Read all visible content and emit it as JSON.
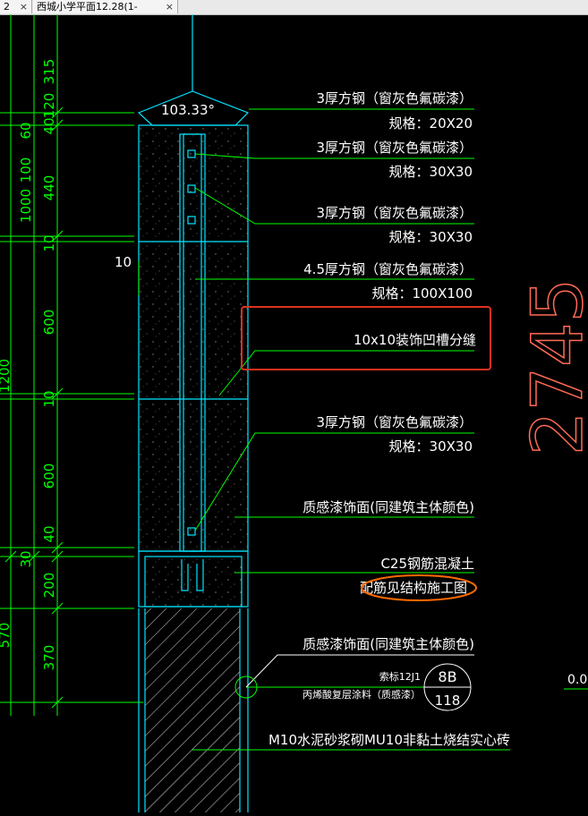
{
  "tabs": [
    {
      "label": "2",
      "close": "×"
    },
    {
      "label": "西城小学平面12.28(1-",
      "close": "×"
    }
  ],
  "dimensions_left_outer": [
    "570",
    "1200"
  ],
  "dimensions_left_mid": [
    "100",
    "60",
    "1000"
  ],
  "dimensions_left_inner": [
    "315",
    "120",
    "40",
    "440",
    "10",
    "600",
    "10",
    "600",
    "40",
    "30",
    "200",
    "370"
  ],
  "angle_label": "103.33°",
  "small_dim": "10",
  "big_dim": "2745",
  "right_dim": "0.0",
  "annotations": {
    "a1": "3厚方钢（窗灰色氟碳漆）",
    "a1_spec": "规格：20X20",
    "a2": "3厚方钢（窗灰色氟碳漆）",
    "a2_spec": "规格：30X30",
    "a3": "3厚方钢（窗灰色氟碳漆）",
    "a3_spec": "规格：30X30",
    "a4": "4.5厚方钢（窗灰色氟碳漆）",
    "a4_spec": "规格：100X100",
    "a5": "10x10装饰凹槽分缝",
    "a6": "3厚方钢（窗灰色氟碳漆）",
    "a6_spec": "规格：30X30",
    "a7": "质感漆饰面(同建筑主体颜色)",
    "a8": "C25钢筋混凝土",
    "a8_sub": "配筋见结构施工图",
    "a9": "质感漆饰面(同建筑主体颜色)",
    "a10_ref": "索标12J1",
    "a10_sub": "丙烯酸复层涂料（质感漆）",
    "a10_num": "8B",
    "a10_page": "118",
    "a11": "M10水泥砂浆砌MU10非黏土烧结实心砖"
  },
  "colors": {
    "background": "#000000",
    "dim_green": "#00ff00",
    "column_cyan": "#00e5ff",
    "text_white": "#ffffff",
    "highlight_red": "#e03020",
    "highlight_orange": "#ff6a00",
    "big_dim_color": "#ff6a55"
  }
}
